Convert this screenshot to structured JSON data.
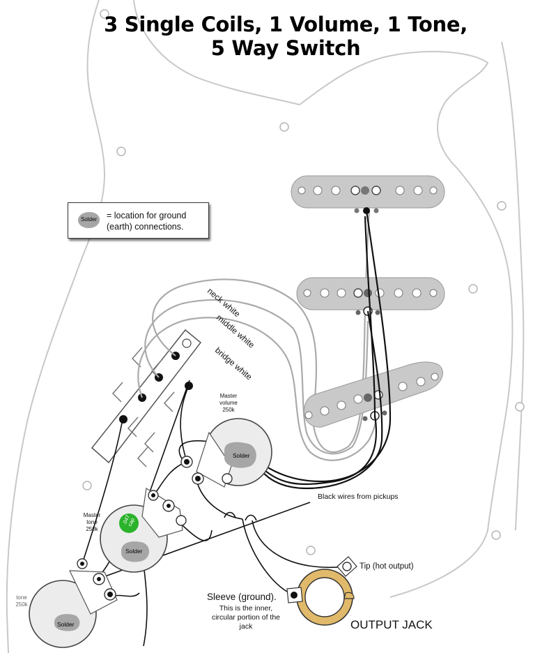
{
  "title_line1": "3 Single Coils, 1 Volume, 1 Tone,",
  "title_line2": "5 Way Switch",
  "legend": {
    "blob_label": "Solder",
    "text_line1": "= location for ground",
    "text_line2": "(earth) connections."
  },
  "wire_labels": {
    "neck": "neck white",
    "middle": "middle white",
    "bridge": "bridge white",
    "black": "Black wires from pickups"
  },
  "volume_pot": {
    "label_line1": "Master",
    "label_line2": "volume",
    "label_line3": "250k",
    "solder": "Solder"
  },
  "tone_pot": {
    "label_line1": "Master",
    "label_line2": "tone",
    "label_line3": "250k",
    "solder": "Solder"
  },
  "tone2_pot": {
    "label_line1": "tone",
    "label_line2": "250k",
    "solder": "Solder"
  },
  "capacitor": {
    "line1": ".047",
    "line2": "cap"
  },
  "jack": {
    "tip": "Tip (hot output)",
    "sleeve_title": "Sleeve (ground).",
    "sleeve_line1": "This is the inner,",
    "sleeve_line2": "circular portion of the",
    "sleeve_line3": "jack",
    "label": "OUTPUT JACK"
  },
  "colors": {
    "pickguard_outline": "#c8c8c8",
    "pickup_fill": "#c9c9c9",
    "white_wire": "#aaaaaa",
    "black_wire": "#111111",
    "pot_fill": "#ececec",
    "solder_blob": "#a6a6a6",
    "capacitor": "#2bb32b",
    "jack_ring": "#e0b96a"
  }
}
